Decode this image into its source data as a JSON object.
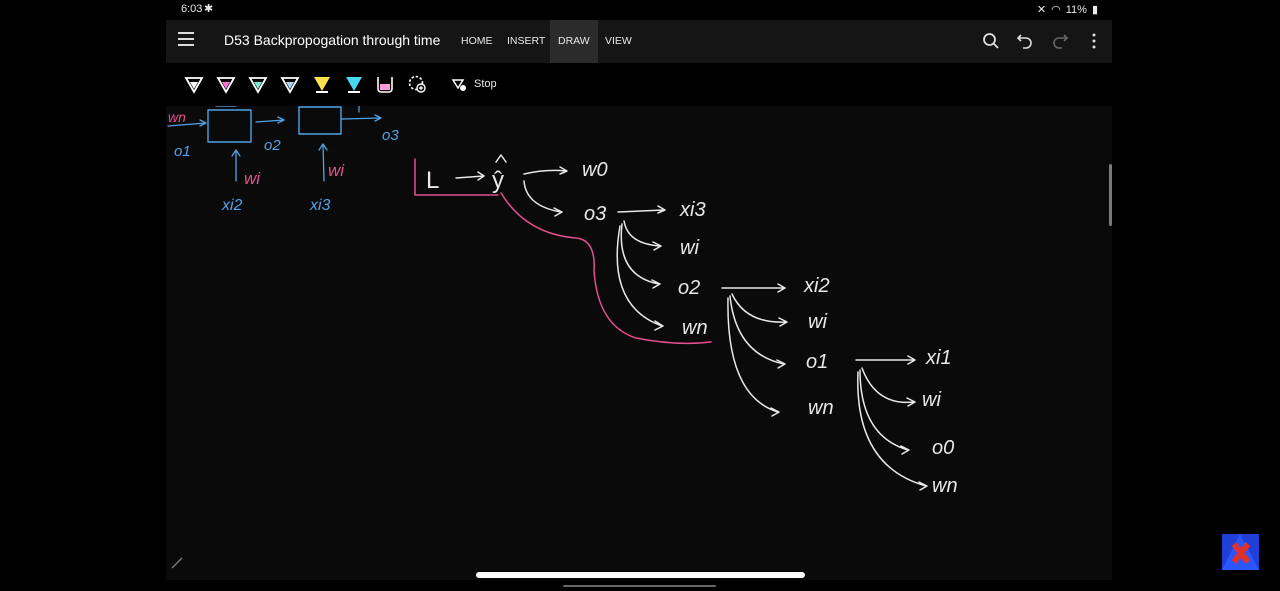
{
  "status_bar": {
    "time": "6:03",
    "battery": "11%"
  },
  "header": {
    "menu_icon": "hamburger-icon",
    "title": "D53 Backpropogation through time",
    "tabs": [
      {
        "label": "HOME",
        "active": false
      },
      {
        "label": "INSERT",
        "active": false
      },
      {
        "label": "DRAW",
        "active": true
      },
      {
        "label": "VIEW",
        "active": false
      }
    ],
    "actions": [
      "search-icon",
      "undo-icon",
      "redo-icon",
      "more-icon"
    ]
  },
  "toolbar": {
    "pens": [
      {
        "name": "pen-white",
        "color": "#ffffff"
      },
      {
        "name": "pen-pink",
        "color": "#ff6fd8"
      },
      {
        "name": "pen-teal",
        "color": "#7ee8d0"
      },
      {
        "name": "pen-light-blue",
        "color": "#a8d8ff"
      },
      {
        "name": "highlighter-yellow",
        "color": "#ffe14d"
      },
      {
        "name": "highlighter-cyan",
        "color": "#49d7f0"
      },
      {
        "name": "highlighter-pink",
        "color": "#ff9ad9"
      }
    ],
    "lasso_icon": "lasso-add-icon",
    "stop_label": "Stop"
  },
  "canvas": {
    "ink_colors": {
      "white": "#e8e8e8",
      "pink": "#e2508f",
      "blue": "#4fa3e8"
    },
    "ink_text": {
      "wn_top": "wn",
      "o1": "o1",
      "o2": "o2",
      "o3_top": "o3",
      "wi_a": "wi",
      "wi_b": "wi",
      "xi2_top": "xi2",
      "xi3_top": "xi3",
      "L": "L",
      "yhat": "ŷ",
      "w0": "w0",
      "o3": "o3",
      "xi3": "xi3",
      "wi_1": "wi",
      "o2_tree": "o2",
      "wn_1": "wn",
      "xi2": "xi2",
      "wi_2": "wi",
      "o1_tree": "o1",
      "wn_2": "wn",
      "xi1": "xi1",
      "wi_3": "wi",
      "o0": "o0",
      "wn_3": "wn"
    }
  }
}
